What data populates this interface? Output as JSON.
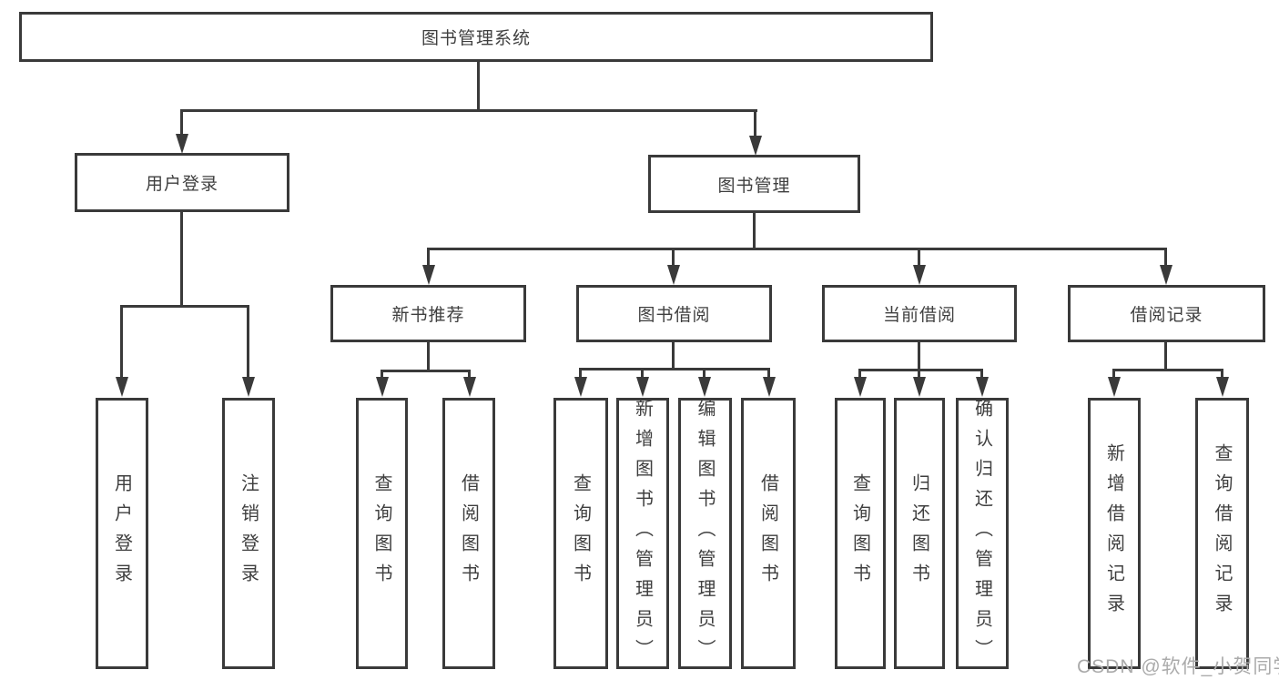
{
  "nodes": {
    "root": "图书管理系统",
    "l2": [
      "用户登录",
      "图书管理"
    ],
    "l3": [
      "新书推荐",
      "图书借阅",
      "当前借阅",
      "借阅记录"
    ],
    "leaves_user": [
      "用户登录",
      "注销登录"
    ],
    "leaves_newbook": [
      "查询图书",
      "借阅图书"
    ],
    "leaves_borrow": [
      "查询图书",
      "新增图书（管理员）",
      "编辑图书（管理员）",
      "借阅图书"
    ],
    "leaves_current": [
      "查询图书",
      "归还图书",
      "确认归还（管理员）"
    ],
    "leaves_records": [
      "新增借阅记录",
      "查询借阅记录"
    ]
  },
  "watermark": "CSDN @软件_小贺同学",
  "colors": {
    "line": "#3a3a3a",
    "text": "#3f3f3f",
    "watermark": "#ababab"
  }
}
